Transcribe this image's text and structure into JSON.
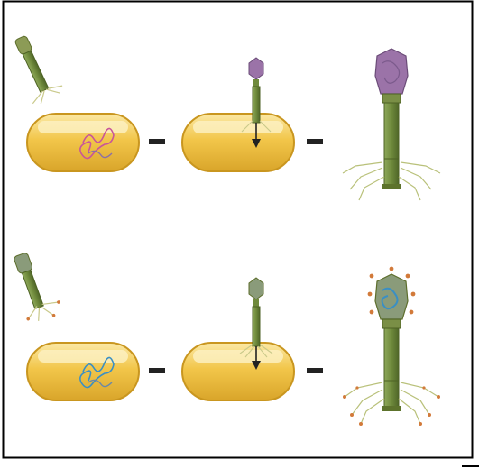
{
  "figure": {
    "rows": [
      {
        "stages": [
          "phage-approach",
          "dna-injection",
          "progeny-phage"
        ],
        "genome_color": "#c8559a"
      },
      {
        "stages": [
          "phage-approach",
          "dna-injection",
          "progeny-phage"
        ],
        "genome_color": "#3a8fc4"
      }
    ]
  },
  "colors": {
    "bacterium_fill": "#f2c64a",
    "bacterium_highlight": "#fbe9a6",
    "bacterium_edge": "#c9961f",
    "phage_tail": "#6f8a3c",
    "phage_head_row1": "#9b73a8",
    "phage_head_row2": "#8a9b7a",
    "arrow": "#222222"
  }
}
